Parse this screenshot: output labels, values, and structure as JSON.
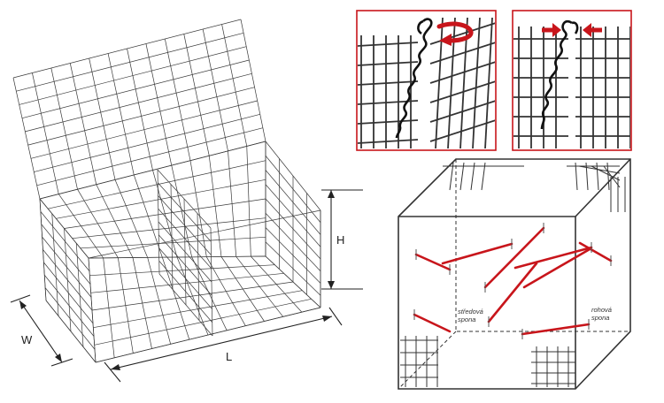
{
  "colors": {
    "line": "#3a3a3a",
    "accent": "#c8151b",
    "frame": "#c8151b",
    "background": "#ffffff"
  },
  "dimensions": {
    "length_label": "L",
    "width_label": "W",
    "height_label": "H"
  },
  "detail_panels": [
    {
      "name": "twist-step",
      "icon": "rotate-arrow-icon"
    },
    {
      "name": "crimp-step",
      "icon": "press-arrows-icon"
    }
  ],
  "cube_labels": {
    "center_brace_line1": "středová",
    "center_brace_line2": "spona",
    "corner_brace_line1": "rohová",
    "corner_brace_line2": "spona"
  }
}
